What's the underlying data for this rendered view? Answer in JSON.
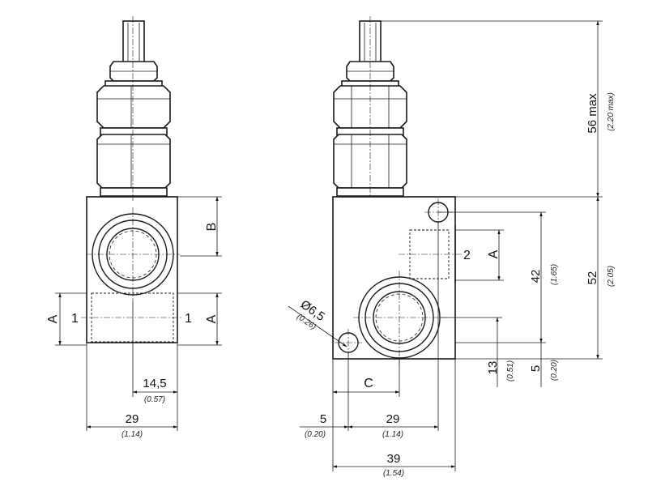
{
  "side_view": {
    "port_label_left": "1",
    "port_label_right": "1",
    "dim_A_left": "A",
    "dim_A_right": "A",
    "dim_B": "B",
    "dim_14_5": "14,5",
    "dim_14_5_in": "(0.57)",
    "dim_29": "29",
    "dim_29_in": "(1.14)"
  },
  "front_view": {
    "port_label_2": "2",
    "dim_A": "A",
    "dim_C": "C",
    "dim_42": "42",
    "dim_42_in": "(1.65)",
    "dim_52": "52",
    "dim_52_in": "(2.05)",
    "dim_56max": "56 max",
    "dim_56max_in": "(2.20 max)",
    "dim_13": "13",
    "dim_13_in": "(0.51)",
    "dim_5_right": "5",
    "dim_5_right_in": "(0.20)",
    "dim_5_bottom": "5",
    "dim_5_bottom_in": "(0.20)",
    "dim_29": "29",
    "dim_29_in": "(1.14)",
    "dim_39": "39",
    "dim_39_in": "(1.54)",
    "dim_hole": "Ø6,5",
    "dim_hole_in": "(0.26)"
  }
}
